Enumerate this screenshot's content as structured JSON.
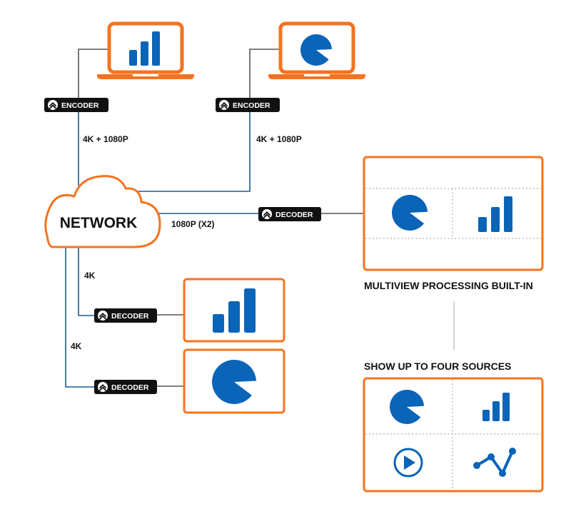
{
  "colors": {
    "accent": "#f47321",
    "icon": "#0a64b8",
    "wire_blue": "#1d5a8c",
    "wire_gray": "#555555",
    "badge": "#111111"
  },
  "sources": [
    {
      "badge": "ENCODER",
      "icon": "bar-chart-icon",
      "resolution": "4K + 1080P"
    },
    {
      "badge": "ENCODER",
      "icon": "pie-chart-icon",
      "resolution": "4K + 1080P"
    }
  ],
  "network": {
    "label": "NETWORK"
  },
  "multiview": {
    "link_label": "1080P (X2)",
    "badge": "DECODER",
    "icons": [
      "pie-chart-icon",
      "bar-chart-icon"
    ],
    "caption": "MULTIVIEW PROCESSING BUILT-IN"
  },
  "outputs": [
    {
      "badge": "DECODER",
      "resolution": "4K",
      "icon": "bar-chart-icon"
    },
    {
      "badge": "DECODER",
      "resolution": "4K",
      "icon": "pie-chart-icon"
    }
  ],
  "quad": {
    "caption": "SHOW UP TO FOUR SOURCES",
    "icons": [
      "pie-chart-icon",
      "bar-chart-icon",
      "play-icon",
      "line-chart-icon"
    ]
  }
}
